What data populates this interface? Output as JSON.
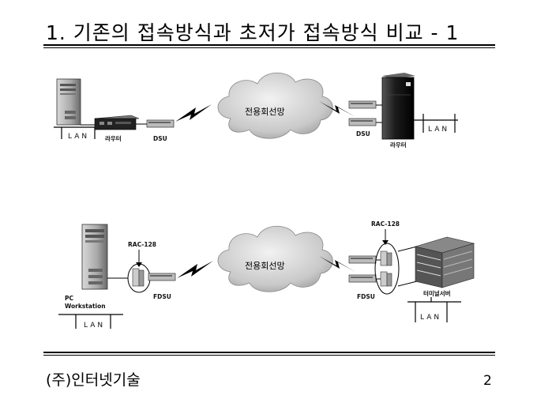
{
  "slide": {
    "title": "1. 기존의 접속방식과 초저가 접속방식 비교 - 1",
    "footer_company": "(주)인터넷기술",
    "page_number": "2"
  },
  "top_diagram": {
    "lan_left": "LAN",
    "router_left": "라우터",
    "dsu_left": "DSU",
    "cloud": "전용회선망",
    "dsu_right": "DSU",
    "router_right": "라우터",
    "lan_right": "LAN"
  },
  "bottom_diagram": {
    "pc_label_line1": "PC",
    "pc_label_line2": "Workstation",
    "lan_left": "LAN",
    "rac_left": "RAC-128",
    "fdsu_left": "FDSU",
    "cloud": "전용회선망",
    "rac_right": "RAC-128",
    "fdsu_right": "FDSU",
    "terminal_server": "터미널서버",
    "lan_right": "LAN"
  }
}
